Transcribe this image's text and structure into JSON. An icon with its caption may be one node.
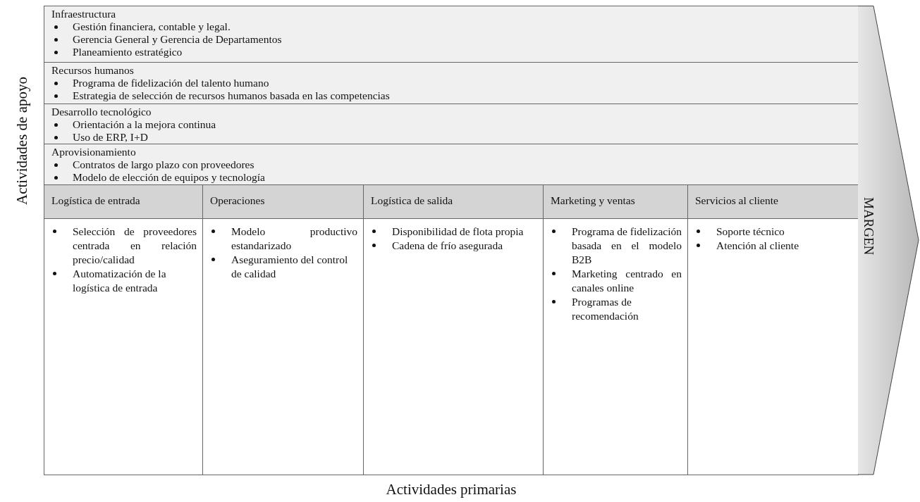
{
  "diagram": {
    "nodes": [
      {
        "text": [
          "Infraestructura",
          "Gestión financiera, contable y legal.",
          "Gerencia General y Gerencia de Departamentos",
          "Planeamiento estratégico"
        ]
      },
      {
        "text": [
          "Recursos humanos",
          "Programa de fidelización del talento humano",
          "Estrategia de selección de recursos humanos basada en las competencias"
        ]
      },
      {
        "text": [
          "Desarrollo tecnológico",
          "Orientación a la mejora continua",
          "Uso de ERP, I+D"
        ]
      },
      {
        "text": [
          "Aprovisionamiento",
          "Contratos de largo plazo con proveedores",
          "Modelo de elección de equipos y tecnología"
        ]
      },
      {
        "text": [
          "Logística de entrada",
          "Selección de proveedores centrada en relación precio/calidad",
          "Automatización de la logística de entrada"
        ]
      },
      {
        "text": [
          "Operaciones",
          "Modelo productivo estandarizado",
          "Aseguramiento del control de calidad"
        ]
      },
      {
        "text": [
          "Logística de salida",
          "Disponibilidad de flota propia",
          "Cadena de frío asegurada"
        ]
      },
      {
        "text": [
          "Marketing y ventas",
          "Programa de fidelización basada en el modelo B2B",
          "Marketing centrado en canales online",
          "Programas de recomendación"
        ]
      },
      {
        "text": [
          "Servicios al cliente",
          "Soporte técnico",
          "Atención al cliente"
        ]
      },
      {
        "text": [
          "MARGEN"
        ]
      }
    ],
    "labels": [
      "Actividades de apoyo",
      "Actividades primarias"
    ]
  }
}
